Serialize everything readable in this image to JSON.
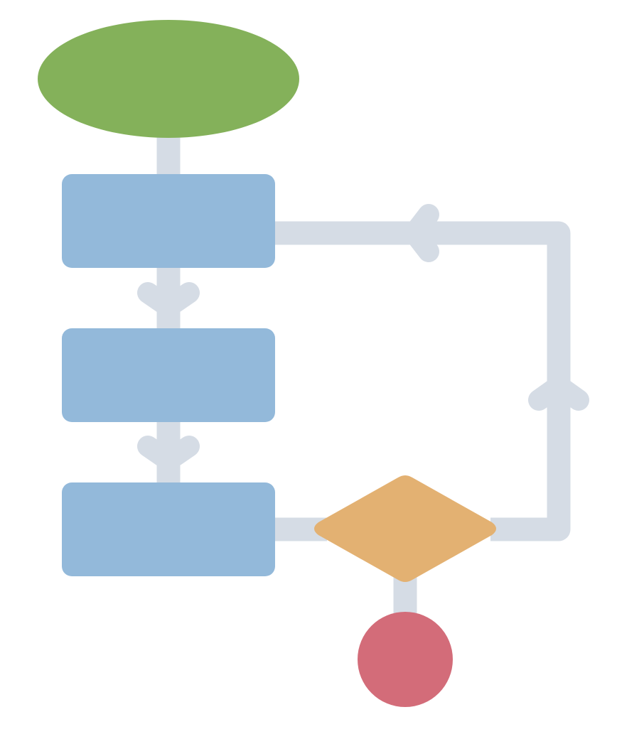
{
  "diagram": {
    "kind": "flowchart-icon",
    "colors": {
      "background": "#ffffff",
      "connector": "#d5dce5",
      "start": "#84b15a",
      "process": "#93b9da",
      "decision": "#e3b172",
      "end": "#d36c79"
    },
    "nodes": [
      {
        "id": "start",
        "shape": "ellipse",
        "label": ""
      },
      {
        "id": "process-1",
        "shape": "rounded-rect",
        "label": ""
      },
      {
        "id": "process-2",
        "shape": "rounded-rect",
        "label": ""
      },
      {
        "id": "process-3",
        "shape": "rounded-rect",
        "label": ""
      },
      {
        "id": "decision",
        "shape": "diamond",
        "label": ""
      },
      {
        "id": "end",
        "shape": "circle",
        "label": ""
      }
    ],
    "edges": [
      {
        "from": "start",
        "to": "process-1",
        "arrow": false
      },
      {
        "from": "process-1",
        "to": "process-2",
        "arrow": true
      },
      {
        "from": "process-2",
        "to": "process-3",
        "arrow": true
      },
      {
        "from": "process-3",
        "to": "decision",
        "arrow": false
      },
      {
        "from": "decision",
        "to": "process-1",
        "arrow": true,
        "route": "loop-right"
      },
      {
        "from": "decision",
        "to": "end",
        "arrow": false
      }
    ]
  }
}
